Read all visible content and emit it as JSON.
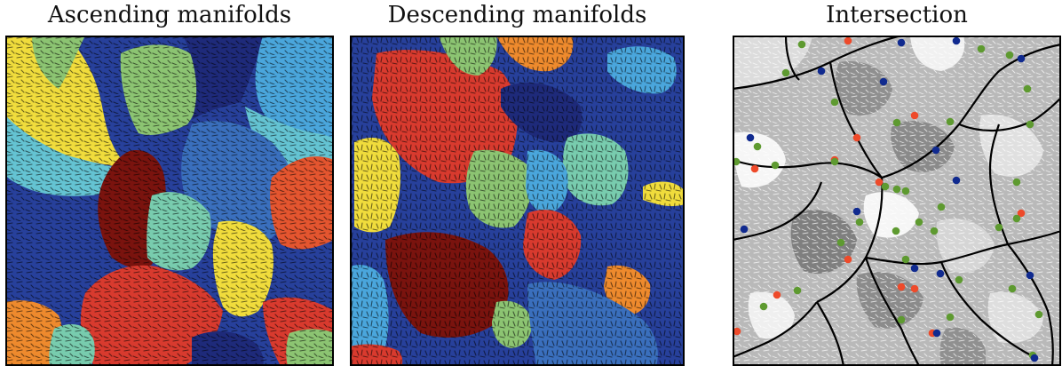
{
  "titles": {
    "ascending": "Ascending manifolds",
    "descending": "Descending manifolds",
    "intersection": "Intersection"
  },
  "palette": {
    "dark_blue": "#27409b",
    "navy": "#1e2a7a",
    "mid_blue": "#3a6fbd",
    "sky_blue": "#4aa6dc",
    "cyan": "#64c3d2",
    "mint": "#78ccae",
    "green": "#8cc472",
    "yellow": "#f0dc3c",
    "orange": "#ee8a2d",
    "red_orange": "#e4552f",
    "red": "#d83a2e",
    "dark_red": "#7a130e",
    "critical_max": "#ee4a2a",
    "critical_saddle": "#5e9a30",
    "critical_min": "#102a8f",
    "separatrix": "#000000"
  }
}
